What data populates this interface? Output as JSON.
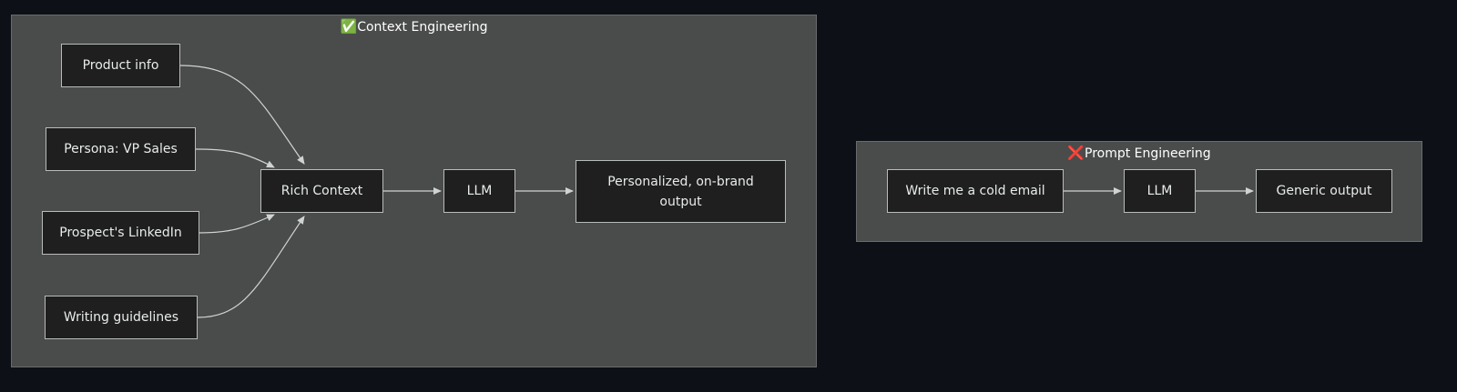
{
  "clusters": {
    "context": {
      "icon": "✅",
      "icon_name": "check-mark-icon",
      "title": "Context Engineering",
      "nodes": {
        "product_info": "Product info",
        "persona": "Persona: VP Sales",
        "linkedin": "Prospect's LinkedIn",
        "guidelines": "Writing guidelines",
        "rich_context": "Rich Context",
        "llm": "LLM",
        "output": "Personalized, on-brand output"
      }
    },
    "prompt": {
      "icon": "❌",
      "icon_name": "cross-mark-icon",
      "title": "Prompt Engineering",
      "nodes": {
        "cold_email": "Write me a cold email",
        "llm": "LLM",
        "output": "Generic output"
      }
    }
  },
  "colors": {
    "background": "#0d1117",
    "cluster_fill": "#4a4b4b",
    "node_fill": "#1e1f1e",
    "node_border": "#b9bcbc",
    "edge": "#d0d3d3",
    "text": "#e9ecec"
  }
}
